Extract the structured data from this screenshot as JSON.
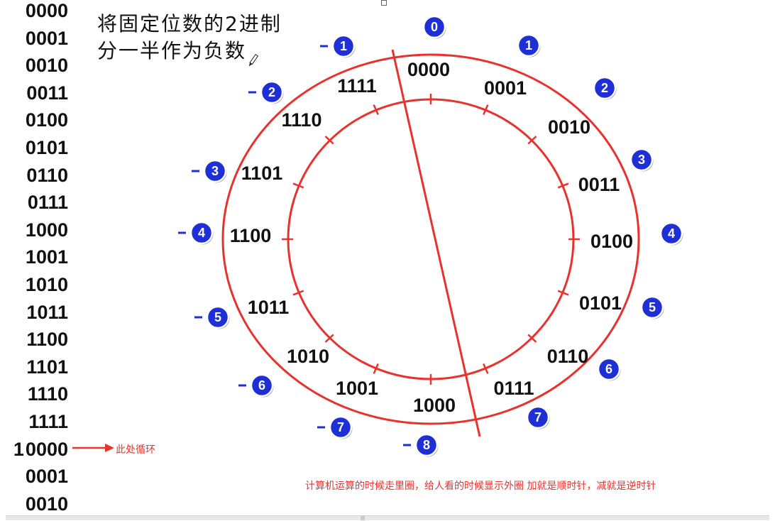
{
  "title": {
    "line1": "将固定位数的2进制",
    "line2": "分一半作为负数"
  },
  "binary_list": {
    "rows": [
      "0000",
      "0001",
      "0010",
      "0011",
      "0100",
      "0101",
      "0110",
      "0111",
      "1000",
      "1001",
      "1010",
      "1011",
      "1100",
      "1101",
      "1110",
      "1111",
      "0000",
      "0001",
      "0010"
    ],
    "carry_row_index": 16,
    "carry_digit": "1"
  },
  "annotation_loop": "此处循环",
  "annotation_bottom": "计算机运算的时候走里圈，给人看的时候显示外圈    加就是顺时针，减就是逆时针",
  "colors": {
    "circle_red": "#e8322e",
    "badge_blue": "#1f2fd6",
    "text_dark": "#111111"
  },
  "diagram": {
    "outer_codes": [
      "0000",
      "0001",
      "0010",
      "0011",
      "0100",
      "0101",
      "0110",
      "0111",
      "1000",
      "1001",
      "1010",
      "1011",
      "1100",
      "1101",
      "1110",
      "1111"
    ],
    "positive_badges": [
      "0",
      "1",
      "2",
      "3",
      "4",
      "5",
      "6",
      "7"
    ],
    "negative_badges": [
      "-1",
      "-2",
      "-3",
      "-4",
      "-5",
      "-6",
      "-7",
      "-8"
    ]
  }
}
